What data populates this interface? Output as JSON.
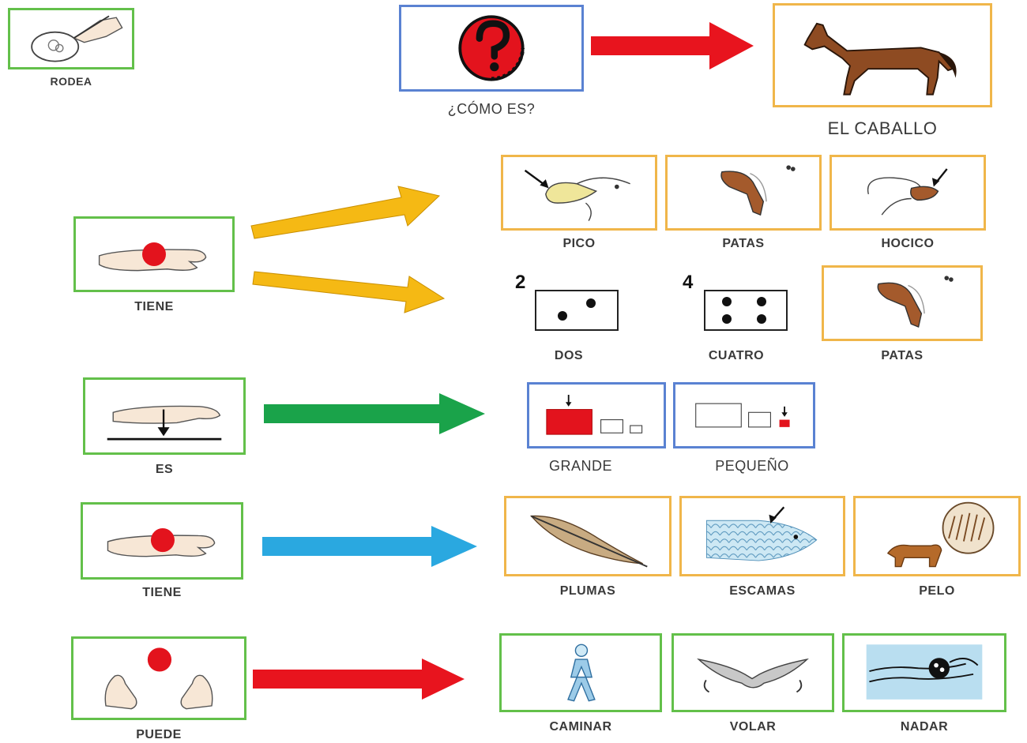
{
  "instruction": {
    "label": "RODEA"
  },
  "question": {
    "label": "¿CÓMO ES?",
    "subject": "EL CABALLO"
  },
  "row_tiene_parts": {
    "verb": "TIENE",
    "options": [
      "PICO",
      "PATAS",
      "HOCICO"
    ],
    "count_options": [
      "DOS",
      "CUATRO",
      "PATAS"
    ],
    "numbers": [
      "2",
      "4"
    ]
  },
  "row_es": {
    "verb": "ES",
    "options": [
      "GRANDE",
      "PEQUEÑO"
    ]
  },
  "row_tiene_cover": {
    "verb": "TIENE",
    "options": [
      "PLUMAS",
      "ESCAMAS",
      "PELO"
    ]
  },
  "row_puede": {
    "verb": "PUEDE",
    "options": [
      "CAMINAR",
      "VOLAR",
      "NADAR"
    ]
  },
  "colors": {
    "green_border": "#63c04a",
    "orange_border": "#f0b64a",
    "blue_border": "#5a82d2",
    "red_arrow": "#e8141e",
    "yellow_arrow": "#f5b914",
    "green_arrow": "#1aa34a",
    "blue_arrow": "#2aa8e0"
  }
}
